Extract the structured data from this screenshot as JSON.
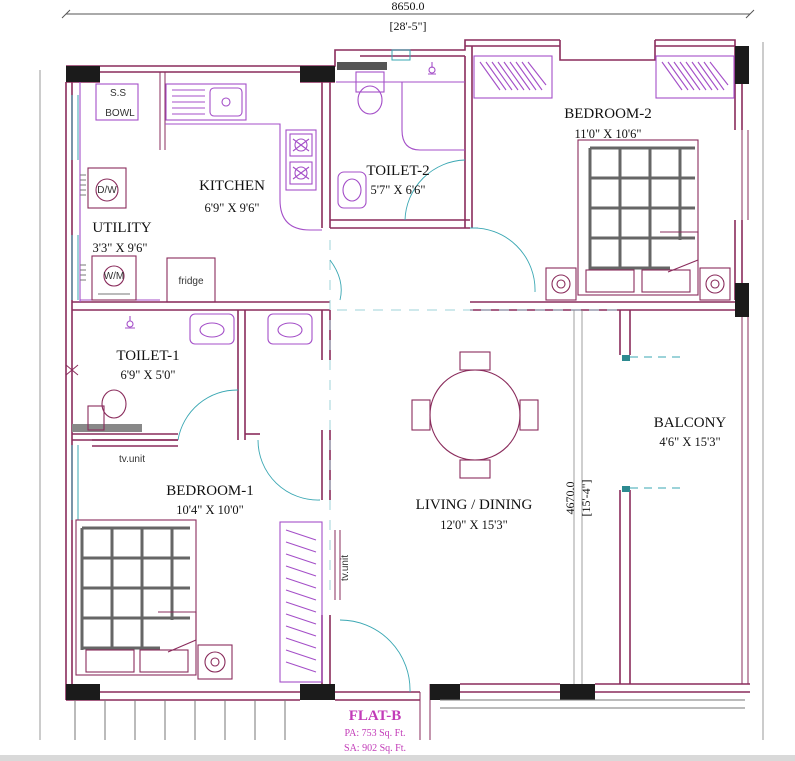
{
  "dimensions": {
    "width_label": "8650.0",
    "width_label_ft": "[28'-5\"]",
    "height_label": "4670.0",
    "height_label_ft": "[15'-4\"]"
  },
  "rooms": {
    "kitchen": {
      "name": "KITCHEN",
      "size": "6'9\" X 9'6\""
    },
    "utility": {
      "name": "UTILITY",
      "size": "3'3\" X 9'6\""
    },
    "toilet2": {
      "name": "TOILET-2",
      "size": "5'7\" X 6'6\""
    },
    "bedroom2": {
      "name": "BEDROOM-2",
      "size": "11'0\" X 10'6\""
    },
    "toilet1": {
      "name": "TOILET-1",
      "size": "6'9\" X 5'0\""
    },
    "bedroom1": {
      "name": "BEDROOM-1",
      "size": "10'4\" X 10'0\""
    },
    "living": {
      "name": "LIVING / DINING",
      "size": "12'0\" X 15'3\""
    },
    "balcony": {
      "name": "BALCONY",
      "size": "4'6\" X 15'3\""
    }
  },
  "fixtures": {
    "ss_bowl_1": "S.S",
    "ss_bowl_2": "BOWL",
    "dishwasher": "D/W",
    "washing_machine": "W/M",
    "fridge": "fridge",
    "tv_unit_1": "tv.unit",
    "tv_unit_2": "tv.unit"
  },
  "flat": {
    "name": "FLAT-B",
    "pa": "PA: 753 Sq. Ft.",
    "sa": "SA: 902 Sq. Ft."
  },
  "colors": {
    "wall": "#8a2c5c",
    "fixture": "#a44fc8",
    "door_arc": "#3aa7b3",
    "flat_label": "#c23bb8"
  }
}
